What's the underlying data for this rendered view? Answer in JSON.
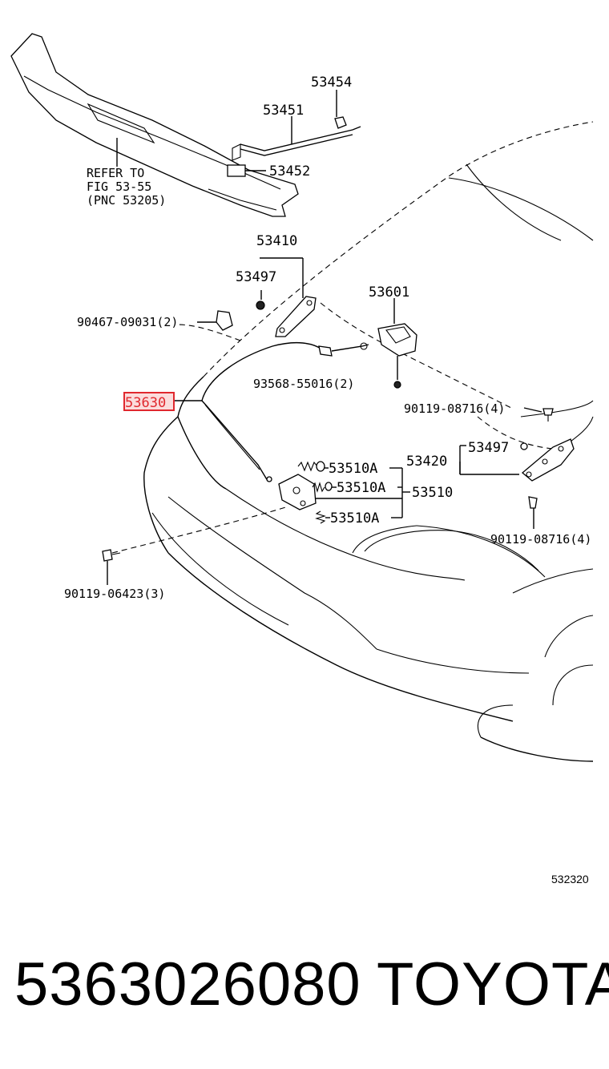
{
  "callouts": {
    "p53454": "53454",
    "p53451": "53451",
    "p53452": "53452",
    "refer_line1": "REFER TO",
    "refer_line2": "FIG 53-55",
    "refer_line3": "(PNC 53205)",
    "p53410": "53410",
    "p53497_top": "53497",
    "p53601": "53601",
    "p90467": "90467-09031(2)",
    "p53630": "53630",
    "p93568": "93568-55016(2)",
    "p90119_08716_a": "90119-08716(4)",
    "p53420": "53420",
    "p53497_right": "53497",
    "p53510A_1": "53510A",
    "p53510A_2": "53510A",
    "p53510A_3": "53510A",
    "p53510": "53510",
    "p90119_08716_b": "90119-08716(4)",
    "p90119_06423": "90119-06423(3)"
  },
  "highlight": {
    "part": "53630",
    "color": "#e0282e"
  },
  "figure_code": "532320",
  "footer": {
    "part_number": "5363026080",
    "brand": "TOYOTA"
  }
}
